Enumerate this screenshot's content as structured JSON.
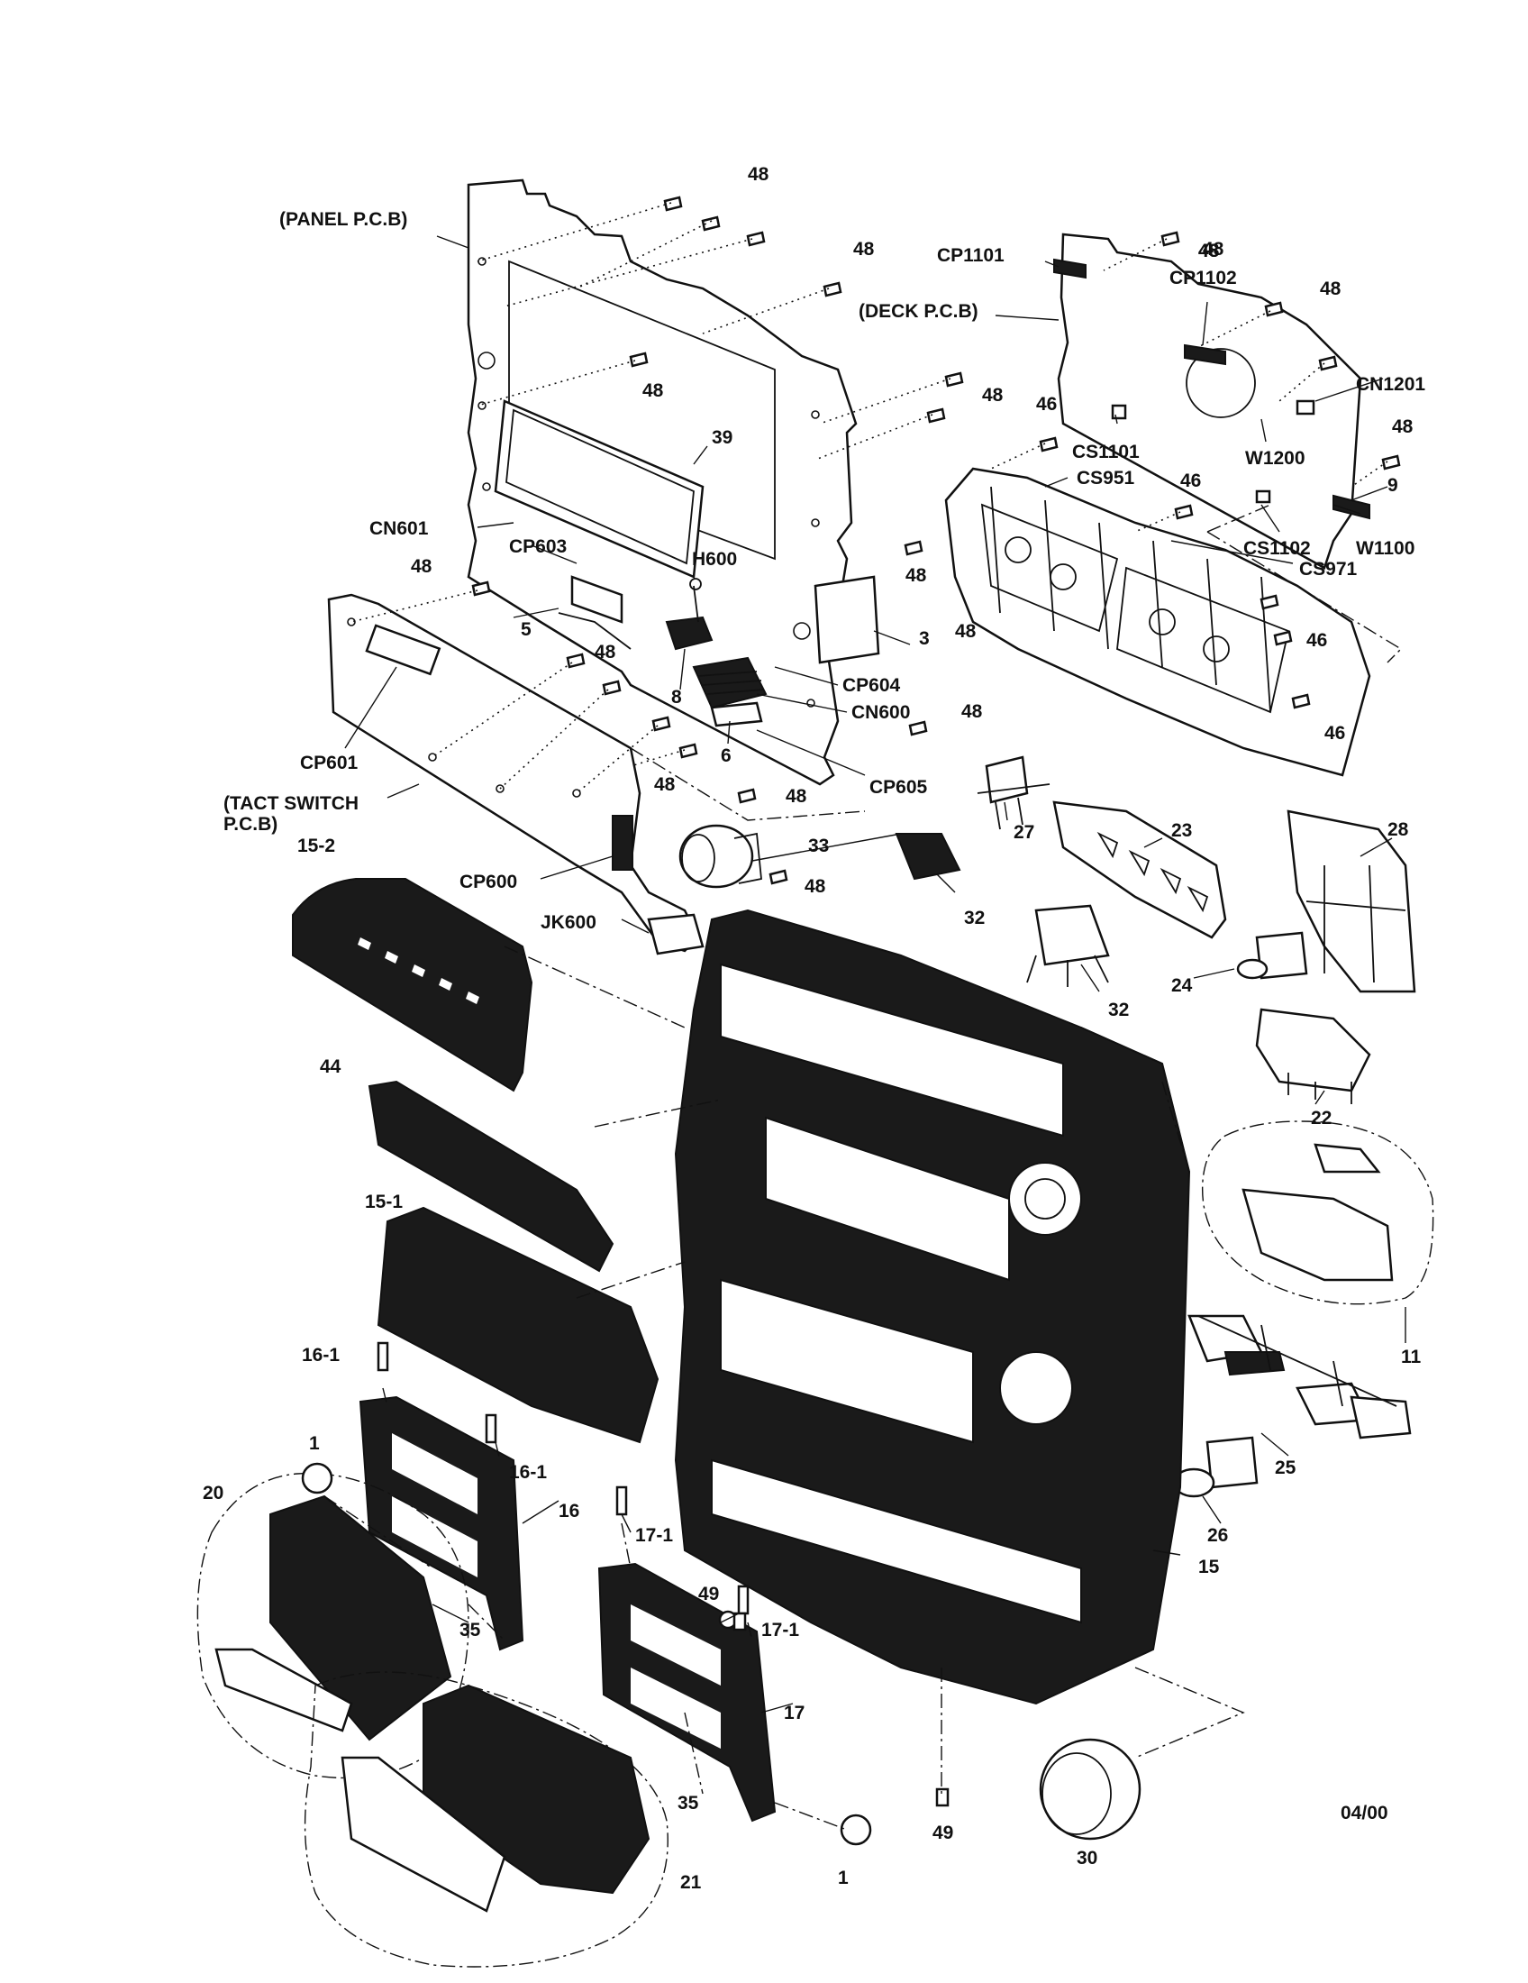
{
  "labels": {
    "panel_pcb": "(PANEL P.C.B)",
    "deck_pcb": "(DECK P.C.B)",
    "tact_switch_pcb_line1": "(TACT SWITCH",
    "tact_switch_pcb_line2": "P.C.B)",
    "date_code": "04/00",
    "part_numbers": [
      {
        "id": "p48a",
        "text": "48"
      },
      {
        "id": "p48b",
        "text": "48"
      },
      {
        "id": "p48c",
        "text": "48"
      },
      {
        "id": "p48d",
        "text": "48"
      },
      {
        "id": "p48e",
        "text": "48"
      },
      {
        "id": "p48f",
        "text": "48"
      },
      {
        "id": "p48g",
        "text": "48"
      },
      {
        "id": "p48h",
        "text": "48"
      },
      {
        "id": "p48i",
        "text": "48"
      },
      {
        "id": "p48j",
        "text": "48"
      },
      {
        "id": "p48k",
        "text": "48"
      },
      {
        "id": "p48l",
        "text": "48"
      },
      {
        "id": "p48m",
        "text": "48"
      },
      {
        "id": "p48n",
        "text": "48"
      },
      {
        "id": "p48o",
        "text": "48"
      },
      {
        "id": "p48p",
        "text": "48"
      },
      {
        "id": "p48q",
        "text": "48"
      },
      {
        "id": "cp1101",
        "text": "CP1101"
      },
      {
        "id": "cp1102",
        "text": "CP1102"
      },
      {
        "id": "cn1201",
        "text": "CN1201"
      },
      {
        "id": "p46a",
        "text": "46"
      },
      {
        "id": "cs1101",
        "text": "CS1101"
      },
      {
        "id": "cs951",
        "text": "CS951"
      },
      {
        "id": "w1200",
        "text": "W1200"
      },
      {
        "id": "p9",
        "text": "9"
      },
      {
        "id": "p46b",
        "text": "46"
      },
      {
        "id": "cs1102",
        "text": "CS1102"
      },
      {
        "id": "w1100",
        "text": "W1100"
      },
      {
        "id": "cs971",
        "text": "CS971"
      },
      {
        "id": "p39",
        "text": "39"
      },
      {
        "id": "cn601",
        "text": "CN601"
      },
      {
        "id": "cp603",
        "text": "CP603"
      },
      {
        "id": "h600",
        "text": "H600"
      },
      {
        "id": "p5",
        "text": "5"
      },
      {
        "id": "p3",
        "text": "3"
      },
      {
        "id": "p8",
        "text": "8"
      },
      {
        "id": "cp604",
        "text": "CP604"
      },
      {
        "id": "cn600",
        "text": "CN600"
      },
      {
        "id": "p46c",
        "text": "46"
      },
      {
        "id": "p46d",
        "text": "46"
      },
      {
        "id": "cp601",
        "text": "CP601"
      },
      {
        "id": "p6",
        "text": "6"
      },
      {
        "id": "cp605",
        "text": "CP605"
      },
      {
        "id": "p33",
        "text": "33"
      },
      {
        "id": "p27",
        "text": "27"
      },
      {
        "id": "p23",
        "text": "23"
      },
      {
        "id": "p28",
        "text": "28"
      },
      {
        "id": "p15_2",
        "text": "15-2"
      },
      {
        "id": "cp600",
        "text": "CP600"
      },
      {
        "id": "jk600",
        "text": "JK600"
      },
      {
        "id": "p32a",
        "text": "32"
      },
      {
        "id": "p32b",
        "text": "32"
      },
      {
        "id": "p24",
        "text": "24"
      },
      {
        "id": "p44",
        "text": "44"
      },
      {
        "id": "p22",
        "text": "22"
      },
      {
        "id": "p15_1",
        "text": "15-1"
      },
      {
        "id": "p11",
        "text": "11"
      },
      {
        "id": "p16_1a",
        "text": "16-1"
      },
      {
        "id": "p16_1b",
        "text": "16-1"
      },
      {
        "id": "p1a",
        "text": "1"
      },
      {
        "id": "p16",
        "text": "16"
      },
      {
        "id": "p20",
        "text": "20"
      },
      {
        "id": "p25",
        "text": "25"
      },
      {
        "id": "p17_1a",
        "text": "17-1"
      },
      {
        "id": "p26",
        "text": "26"
      },
      {
        "id": "p15",
        "text": "15"
      },
      {
        "id": "p49a",
        "text": "49"
      },
      {
        "id": "p35a",
        "text": "35"
      },
      {
        "id": "p17_1b",
        "text": "17-1"
      },
      {
        "id": "p17",
        "text": "17"
      },
      {
        "id": "p35b",
        "text": "35"
      },
      {
        "id": "p49b",
        "text": "49"
      },
      {
        "id": "p30",
        "text": "30"
      },
      {
        "id": "p21",
        "text": "21"
      },
      {
        "id": "p1b",
        "text": "1"
      }
    ]
  }
}
